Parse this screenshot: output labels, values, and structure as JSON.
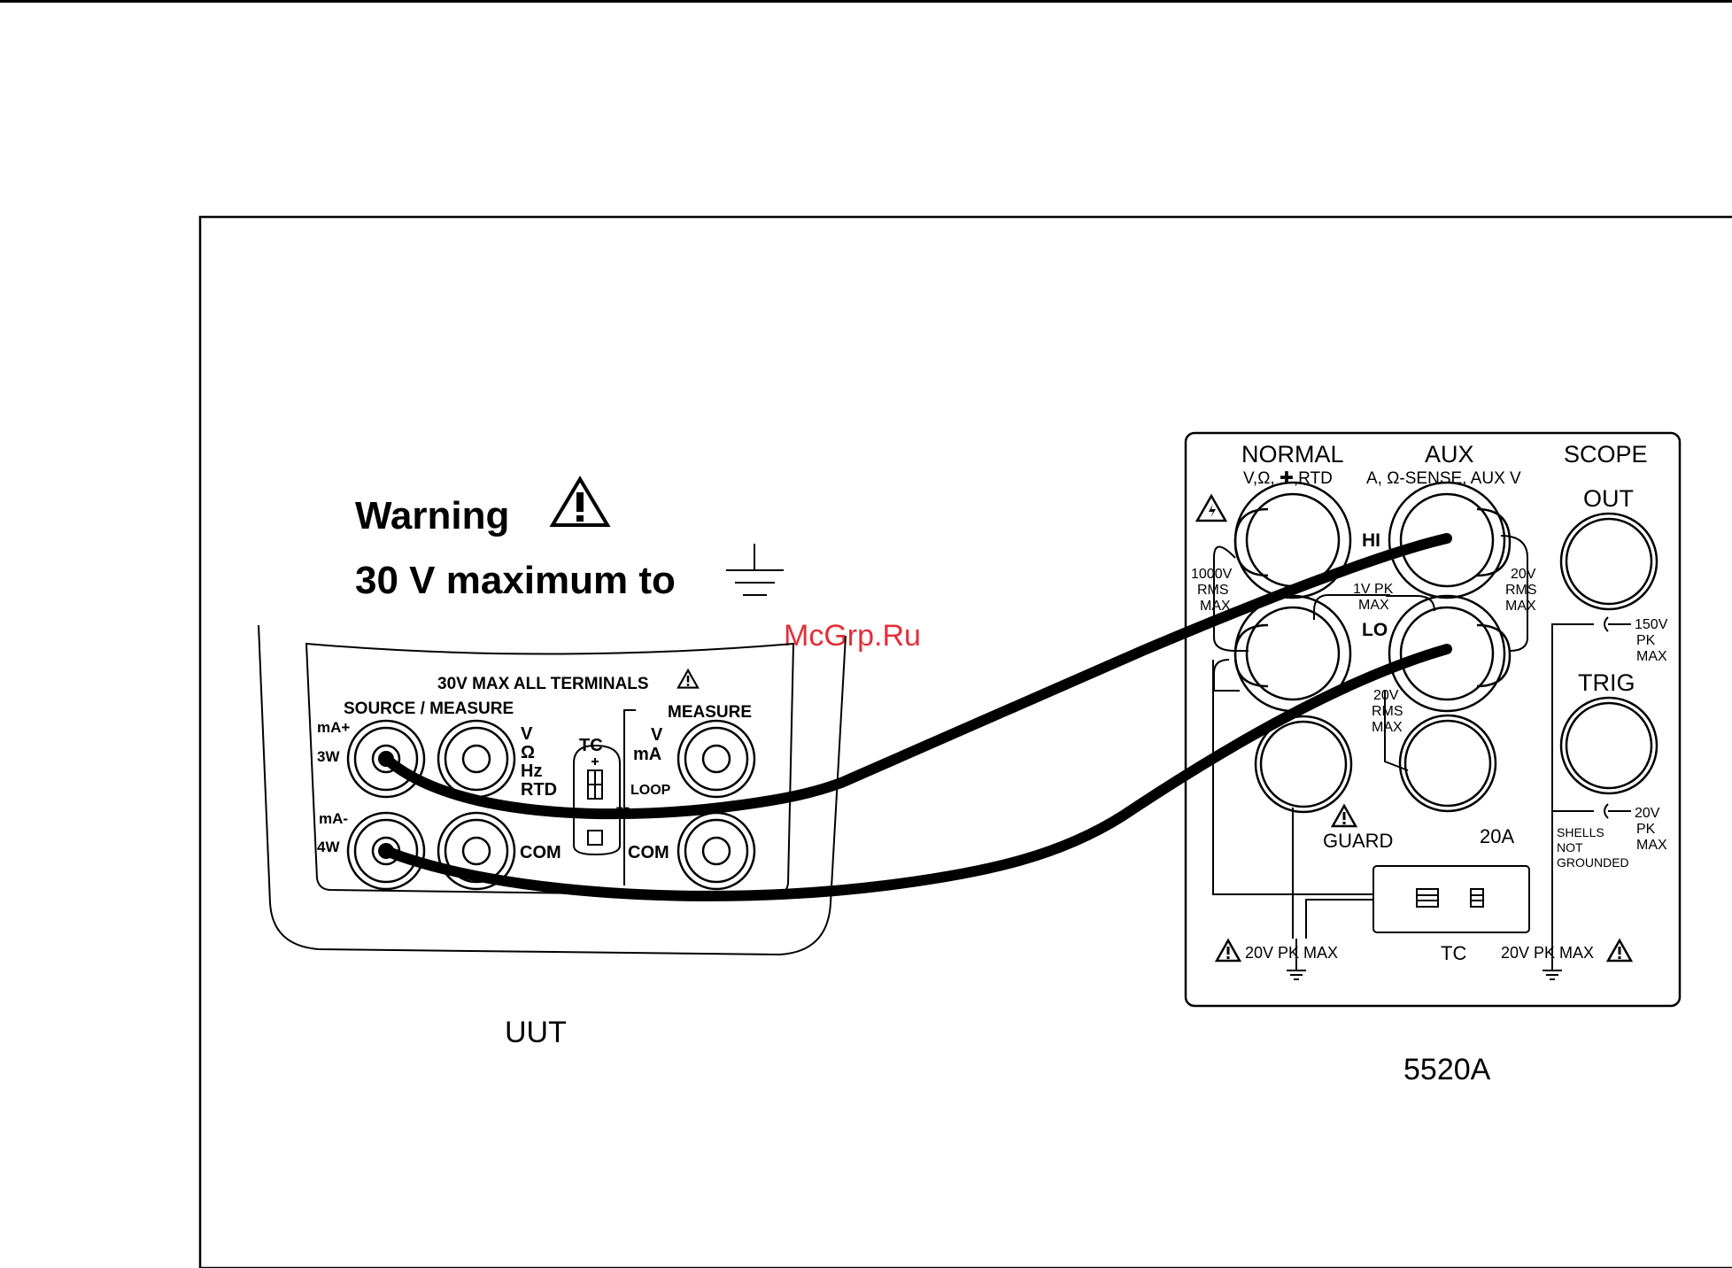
{
  "watermark": "McGrp.Ru",
  "warning": {
    "title": "Warning",
    "line2": "30 V maximum to"
  },
  "uut": {
    "label": "UUT",
    "top_text": "30V MAX ALL TERMINALS",
    "source_measure": "SOURCE / MEASURE",
    "measure": "MEASURE",
    "ma_plus": "mA+",
    "three_w": "3W",
    "ma_minus": "mA-",
    "four_w": "4W",
    "v": "V",
    "ohm": "Ω",
    "hz": "Hz",
    "rtd": "RTD",
    "com1": "COM",
    "tc": "TC",
    "tc_small": "TC",
    "v2": "V",
    "ma": "mA",
    "loop": "LOOP",
    "com2": "COM"
  },
  "calibrator": {
    "label": "5520A",
    "normal": "NORMAL",
    "normal_sub": "V,Ω, ✚,RTD",
    "aux": "AUX",
    "aux_sub": "A, Ω-SENSE, AUX V",
    "scope": "SCOPE",
    "out": "OUT",
    "hi": "HI",
    "lo": "LO",
    "rms1000_a": "1000V",
    "rms1000_b": "RMS",
    "rms1000_c": "MAX",
    "v20_a": "20V",
    "v20_b": "RMS",
    "v20_c": "MAX",
    "pk1_a": "1V PK",
    "pk1_b": "MAX",
    "lo20_a": "20V",
    "lo20_b": "RMS",
    "lo20_c": "MAX",
    "pk150_a": "150V",
    "pk150_b": "PK",
    "pk150_c": "MAX",
    "trig": "TRIG",
    "pk20_a": "20V",
    "pk20_b": "PK",
    "pk20_c": "MAX",
    "shells_a": "SHELLS",
    "shells_b": "NOT",
    "shells_c": "GROUNDED",
    "guard": "GUARD",
    "a20": "20A",
    "pkmax_left": "20V PK MAX",
    "tc": "TC",
    "pkmax_right": "20V PK MAX"
  }
}
